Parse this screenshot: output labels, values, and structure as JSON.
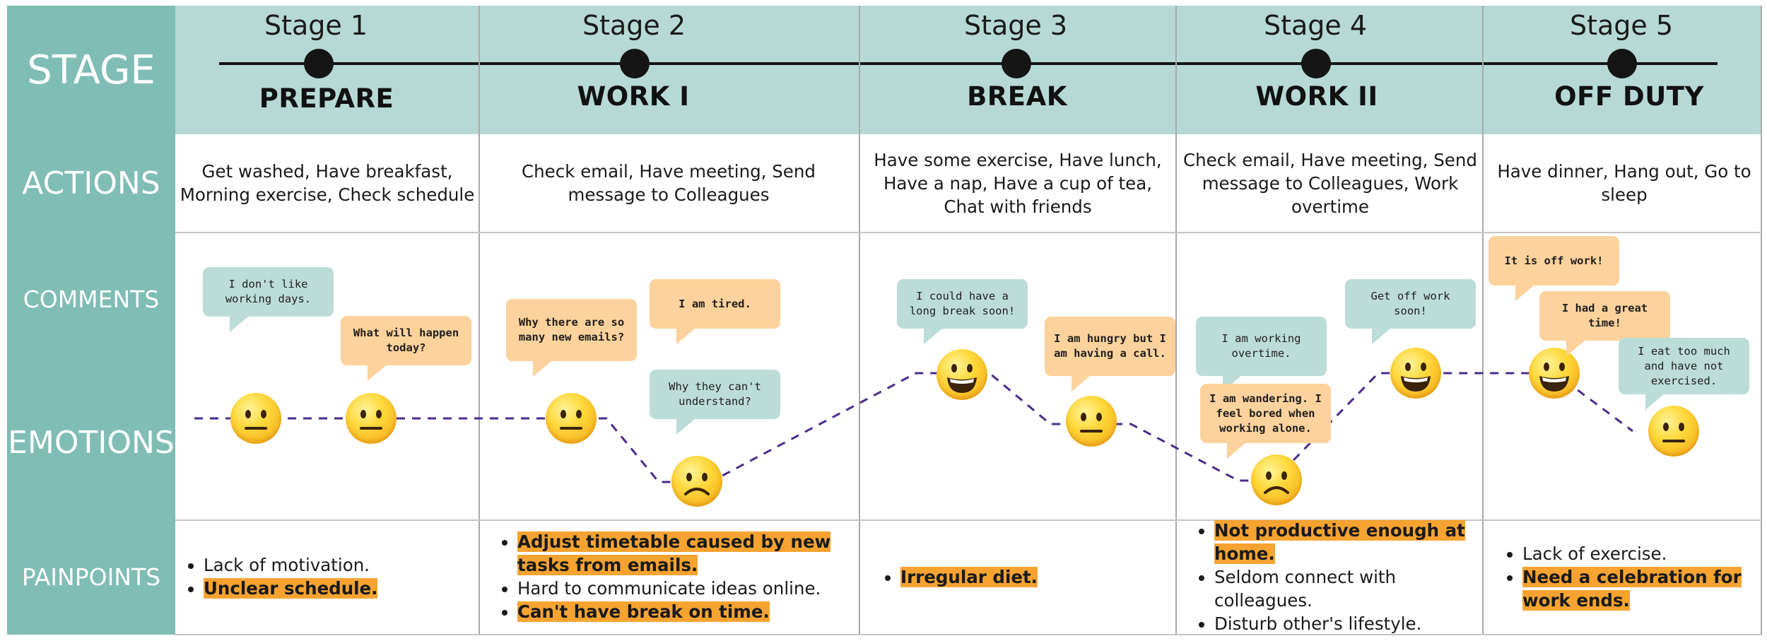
{
  "row_labels": {
    "stage": "STAGE",
    "actions": "ACTIONS",
    "comments": "COMMENTS",
    "emotions": "EMOTIONS",
    "painpoints": "PAINPOINTS"
  },
  "stages": [
    {
      "number": "Stage 1",
      "name": "PREPARE",
      "actions": "Get washed, Have breakfast, Morning exercise, Check schedule",
      "painpoints": [
        {
          "text": "Lack of motivation.",
          "highlight": false
        },
        {
          "text": "Unclear schedule.",
          "highlight": true
        }
      ]
    },
    {
      "number": "Stage 2",
      "name": "WORK I",
      "actions": "Check email, Have meeting, Send message to Colleagues",
      "painpoints": [
        {
          "text": "Adjust timetable caused by new tasks from emails.",
          "highlight": true
        },
        {
          "text": "Hard to communicate ideas online.",
          "highlight": false
        },
        {
          "text": "Can't have break on time.",
          "highlight": true
        }
      ]
    },
    {
      "number": "Stage 3",
      "name": "BREAK",
      "actions": "Have some exercise, Have lunch, Have a nap, Have a cup of tea, Chat with friends",
      "painpoints": [
        {
          "text": "Irregular diet.",
          "highlight": true
        }
      ]
    },
    {
      "number": "Stage 4",
      "name": "WORK II",
      "actions": "Check email, Have meeting, Send message to Colleagues, Work overtime",
      "painpoints": [
        {
          "text": "Not productive enough at home.",
          "highlight": true
        },
        {
          "text": "Seldom connect with colleagues.",
          "highlight": false
        },
        {
          "text": "Disturb other's lifestyle.",
          "highlight": false
        }
      ]
    },
    {
      "number": "Stage 5",
      "name": "OFF DUTY",
      "actions": "Have dinner, Hang out, Go to sleep",
      "painpoints": [
        {
          "text": "Lack of exercise.",
          "highlight": false
        },
        {
          "text": "Need a celebration for work ends.",
          "highlight": true
        }
      ]
    }
  ],
  "comments": [
    {
      "text": "I don't like working days.",
      "style": "teal"
    },
    {
      "text": "What will happen today?",
      "style": "orange"
    },
    {
      "text": "Why there are so many new emails?",
      "style": "orange"
    },
    {
      "text": "I am tired.",
      "style": "orange"
    },
    {
      "text": "Why they can't understand?",
      "style": "teal"
    },
    {
      "text": "I could have a long break soon!",
      "style": "teal"
    },
    {
      "text": "I am hungry but I am having a call.",
      "style": "orange"
    },
    {
      "text": "I am working overtime.",
      "style": "teal"
    },
    {
      "text": "I am wandering. I feel bored when working alone.",
      "style": "orange"
    },
    {
      "text": "Get off work soon!",
      "style": "teal"
    },
    {
      "text": "It is off work!",
      "style": "orange"
    },
    {
      "text": "I had a great time!",
      "style": "orange"
    },
    {
      "text": "I eat too much and have not exercised.",
      "style": "teal"
    }
  ],
  "emotions": [
    {
      "stage": 1,
      "mood": "neutral"
    },
    {
      "stage": 1,
      "mood": "neutral"
    },
    {
      "stage": 2,
      "mood": "neutral"
    },
    {
      "stage": 2,
      "mood": "sad"
    },
    {
      "stage": 3,
      "mood": "happy"
    },
    {
      "stage": 3,
      "mood": "neutral"
    },
    {
      "stage": 4,
      "mood": "sad"
    },
    {
      "stage": 4,
      "mood": "happy"
    },
    {
      "stage": 5,
      "mood": "happy"
    },
    {
      "stage": 5,
      "mood": "neutral"
    }
  ],
  "colors": {
    "row_label_bg": "#7fbdb5",
    "header_band": "#b6d9d5",
    "bubble_teal": "#bcdcd8",
    "bubble_orange": "#fdd29c",
    "highlight": "#f6a331",
    "emotion_line": "#4b2c8a"
  },
  "icons": {
    "neutral": "neutral-face-icon",
    "happy": "grinning-face-icon",
    "sad": "frowning-face-icon"
  }
}
